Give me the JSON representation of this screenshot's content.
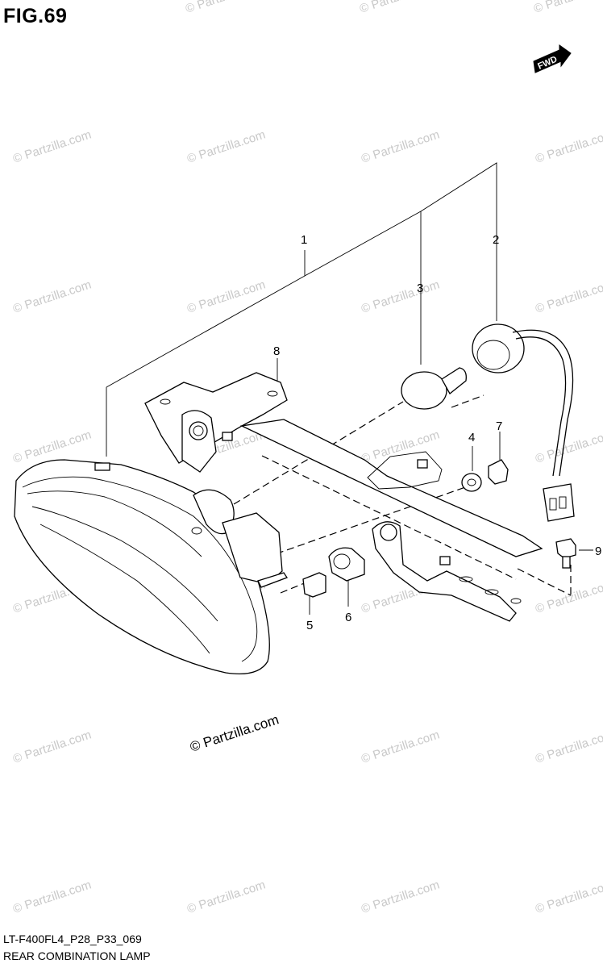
{
  "figure": {
    "title": "FIG.69"
  },
  "footer": {
    "code": "LT-F400FL4_P28_P33_069",
    "name": "REAR COMBINATION LAMP"
  },
  "fwd_label": "FWD",
  "callouts": [
    "1",
    "2",
    "3",
    "4",
    "5",
    "6",
    "7",
    "8",
    "9"
  ],
  "watermark": "© Partzilla.com",
  "main_watermark": "© Partzilla.com"
}
